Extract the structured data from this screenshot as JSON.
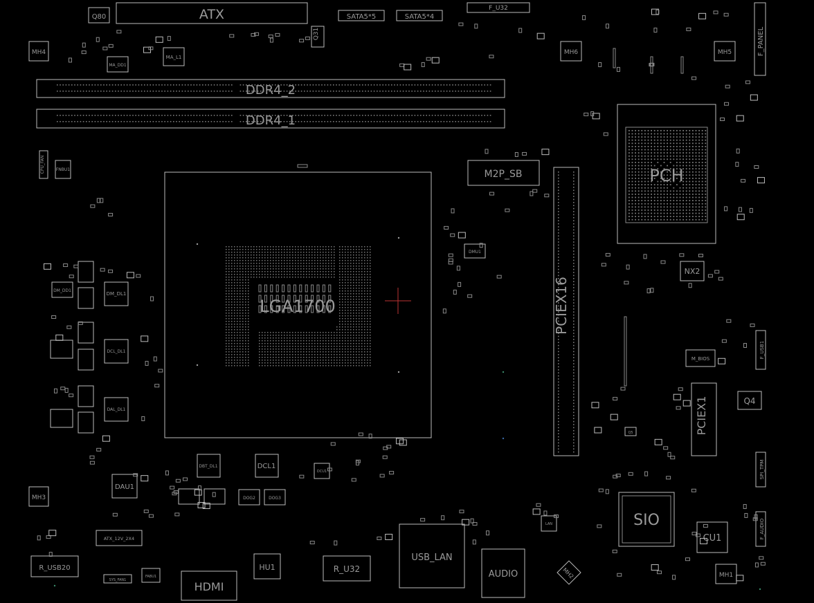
{
  "board": {
    "labels": {
      "atx": "ATX",
      "q80": "Q80",
      "q31": "Q31",
      "sata5_5": "SATA5*5",
      "sata5_4": "SATA5*4",
      "f_u32": "F_U32",
      "mh4": "MH4",
      "mh6": "MH6",
      "mh5": "MH5",
      "mh3": "MH3",
      "mh1": "MH1",
      "mh2": "MH2",
      "ma_dd1": "MA_DD1",
      "ma_l1": "MA_L1",
      "f_panel": "F_PANEL",
      "ddr4_2": "DDR4_2",
      "ddr4_1": "DDR4_1",
      "cpu_fan": "CPU_FAN",
      "fnbu1": "FNBU1",
      "m2p_sb": "M2P_SB",
      "pch": "PCH",
      "lga1700": "LGA1700",
      "dm_dd1": "DM_DD1",
      "dm_dl1": "DM_DL1",
      "dcl_dl1": "DCL_DL1",
      "dal_dl1": "DAL_DL1",
      "dmu1": "DMU1",
      "pciex16": "PCIEX16",
      "nx2": "NX2",
      "m_bios": "M_BIOS",
      "f_usb1": "F_USB1",
      "q4": "Q4",
      "pciex1": "PCIEX1",
      "q5": "Q5",
      "spi_tpm": "SPI_TPM",
      "sio": "SIO",
      "cu1": "CU1",
      "f_audio": "F_AUDIO",
      "dau1": "DAU1",
      "dbt_dl1": "DBT_DL1",
      "dcl1": "DCL1",
      "dcl_u1": "DCU1",
      "dog2": "DOG2",
      "dog3": "DOG3",
      "atx_12v": "ATX_12V_2X4",
      "r_usb20": "R_USB20",
      "sys_fan1": "SYS_FAN1",
      "fabu1": "FABU1",
      "hdmi": "HDMI",
      "hu1": "HU1",
      "r_u32": "R_U32",
      "usb_lan": "USB_LAN",
      "audio": "AUDIO",
      "lan": "LAN"
    }
  }
}
